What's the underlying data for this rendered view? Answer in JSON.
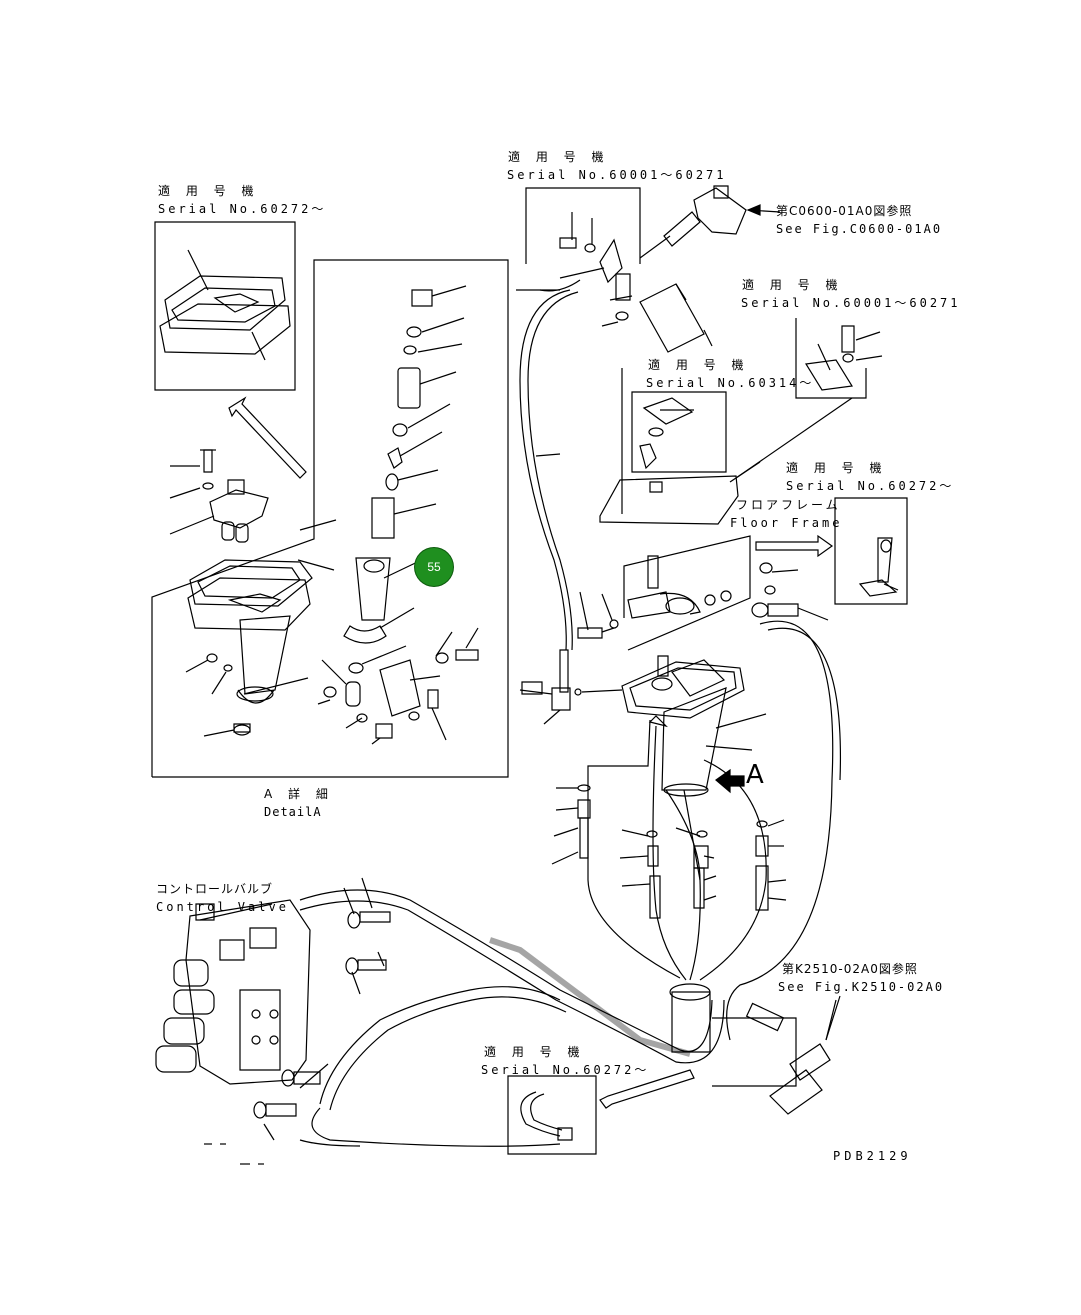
{
  "labels": {
    "serial_top_jp": "適 用 号 機",
    "serial_top": "Serial No.60001～60271",
    "see_fig_c_jp": "第C0600-01A0図参照",
    "see_fig_c": "See Fig.C0600-01A0",
    "serial_left_jp": "適 用 号 機",
    "serial_left": "Serial No.60272～",
    "serial_right_jp": "適 用 号 機",
    "serial_right": "Serial No.60001～60271",
    "serial_mid_jp": "適 用 号 機",
    "serial_mid": "Serial No.60314～",
    "serial_far_jp": "適 用 号 機",
    "serial_far": "Serial No.60272～",
    "floor_frame_jp": "フロアフレーム",
    "floor_frame": "Floor Frame",
    "detail_jp": "A 詳 細",
    "detail": "DetailA",
    "view_a": "A",
    "control_valve_jp": "コントロールバルブ",
    "control_valve": "Control Valve",
    "see_fig_k_jp": "第K2510-02A0図参照",
    "see_fig_k": "See Fig.K2510-02A0",
    "serial_bottom_jp": "適 用 号 機",
    "serial_bottom": "Serial No.60272～",
    "drawing_no": "PDB2129"
  },
  "callouts": [
    {
      "number": "55",
      "color": "#1f8f1f"
    }
  ]
}
